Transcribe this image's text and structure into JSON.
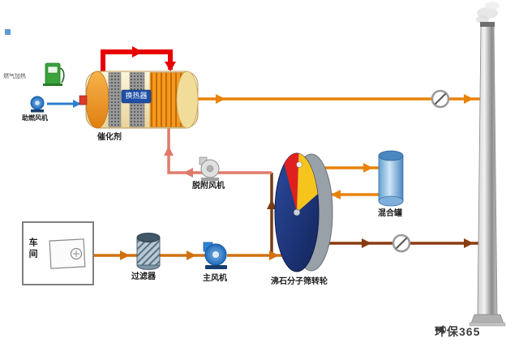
{
  "labels": {
    "gas_heating": "燃气加热",
    "combustion_fan": "助燃风机",
    "heat_exchanger": "换热器",
    "catalyst": "催化剂",
    "desorption_fan": "脱附风机",
    "mixing_tank": "混合罐",
    "workshop": "车间",
    "filter": "过滤器",
    "main_fan": "主风机",
    "rotor": "沸石分子筛转轮",
    "watermark": "环保365"
  },
  "colors": {
    "treated_duct": "#e8830a",
    "main_duct": "#d2700f",
    "stack_duct": "#8a3c10",
    "branch_duct": "#7a3c14",
    "desorption_duct": "#e07b6a",
    "hot_loop": "#e80000",
    "fresh_air": "#2d7fd0",
    "rotor_face": "#22356f",
    "rotor_desorption": "#e02020",
    "rotor_cooling": "#f5c51e",
    "tank_blue": "#5f9fd0"
  },
  "icons": {
    "gas_pump": "gas-pump-icon",
    "burner": "burner-icon",
    "valve": "damper-valve-icon",
    "smoke": "smoke-plume-icon",
    "megaphone": "megaphone-icon"
  }
}
